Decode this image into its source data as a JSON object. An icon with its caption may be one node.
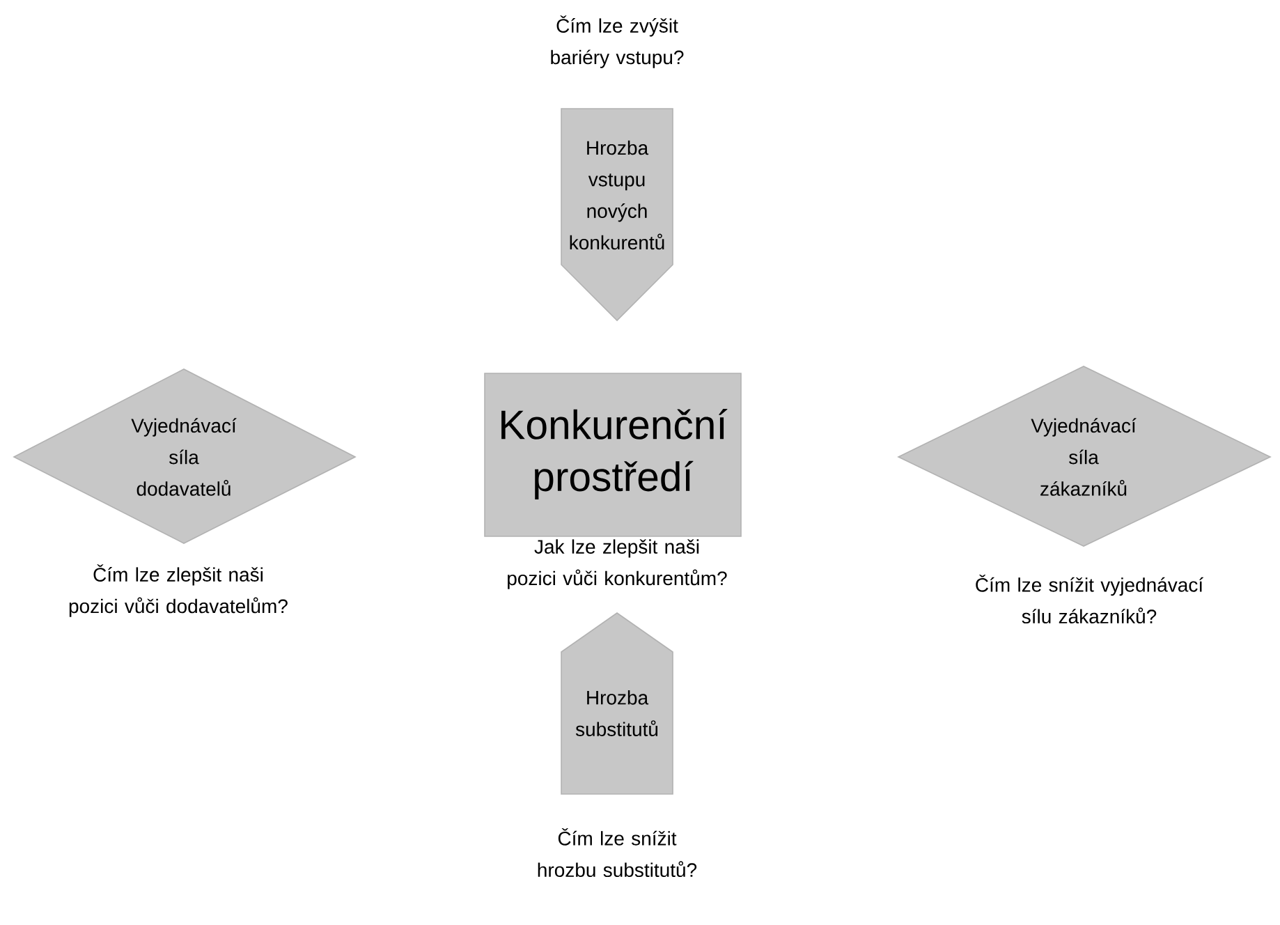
{
  "diagram": {
    "nodes": [
      {
        "text": [
          "Konkurenční prostředí"
        ],
        "beside": [
          "Jak lze zlepšit naši pozici vůči konkurentům?"
        ]
      },
      {
        "text": [
          "Hrozba vstupu nových konkurentů"
        ],
        "beside": [
          "Čím lze zvýšit bariéry vstupu?"
        ]
      },
      {
        "text": [
          "Vyjednávací síla dodavatelů"
        ],
        "beside": [
          "Čím lze zlepšit naši pozici vůči dodavatelům?"
        ]
      },
      {
        "text": [
          "Vyjednávací síla zákazníků"
        ],
        "beside": [
          "Čím lze snížit vyjednávací sílu zákazníků?"
        ]
      },
      {
        "text": [
          "Hrozba substitutů"
        ],
        "beside": [
          "Čím lze snížit hrozbu substitutů?"
        ]
      }
    ]
  }
}
